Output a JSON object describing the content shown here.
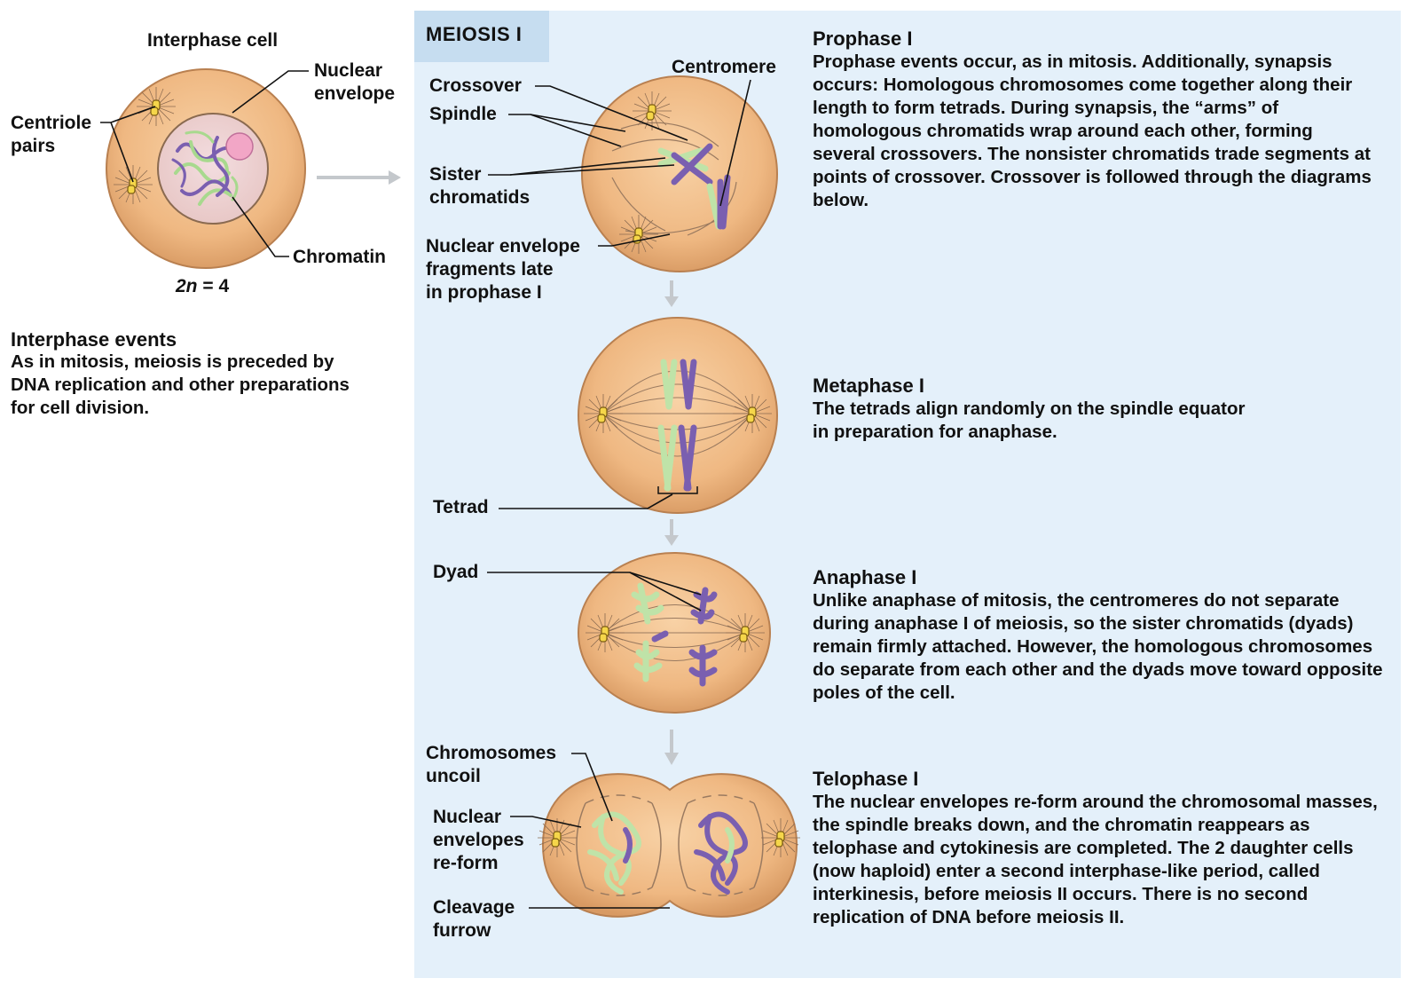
{
  "interphase": {
    "title": "Interphase cell",
    "label_nuclear_envelope_1": "Nuclear",
    "label_nuclear_envelope_2": "envelope",
    "label_centriole_1": "Centriole",
    "label_centriole_2": "pairs",
    "label_chromatin": "Chromatin",
    "ploidy_n": "2n",
    "ploidy_value": " = 4",
    "events_heading": "Interphase events",
    "events_text": "As in mitosis, meiosis is preceded by DNA replication and other preparations for cell division."
  },
  "meiosis_title": "MEIOSIS I",
  "prophase": {
    "label_crossover": "Crossover",
    "label_spindle": "Spindle",
    "label_sister_1": "Sister",
    "label_sister_2": "chromatids",
    "label_centromere": "Centromere",
    "label_nef_1": "Nuclear envelope",
    "label_nef_2": "fragments late",
    "label_nef_3": "in prophase I",
    "heading": "Prophase I",
    "text": "Prophase events occur, as in mitosis. Additionally, synapsis occurs: Homologous chromosomes come together along their length to form tetrads. During synapsis, the “arms” of homologous chromatids wrap around each other, forming several crossovers. The nonsister chromatids trade segments at points of crossover. Crossover is followed through the diagrams below."
  },
  "metaphase": {
    "label_tetrad": "Tetrad",
    "heading": "Metaphase I",
    "text": "The tetrads align randomly on the spindle equator in preparation for anaphase."
  },
  "anaphase": {
    "label_dyad": "Dyad",
    "heading": "Anaphase I",
    "text": "Unlike anaphase of mitosis, the centromeres do not separate during anaphase I of meiosis, so the sister chromatids (dyads) remain firmly attached. However, the homologous chromosomes do separate from each other and the dyads move toward opposite poles of the cell."
  },
  "telophase": {
    "label_uncoil_1": "Chromosomes",
    "label_uncoil_2": "uncoil",
    "label_reform_1": "Nuclear",
    "label_reform_2": "envelopes",
    "label_reform_3": "re-form",
    "label_furrow_1": "Cleavage",
    "label_furrow_2": "furrow",
    "heading": "Telophase I",
    "text": "The nuclear envelopes re-form around the chromosomal masses, the spindle breaks down, and the chromatin reappears as telophase and cytokinesis are completed. The 2 daughter cells (now haploid) enter a second interphase-like period, called interkinesis, before meiosis II occurs. There is no second replication of DNA before meiosis II."
  },
  "colors": {
    "panel_bg": "#e4f0fa",
    "cell_fill": "#efb882",
    "chromosome_green": "#bfe3a8",
    "chromosome_purple": "#7a5fb0",
    "nucleolus": "#f2a6c6",
    "centriole": "#f5d64a"
  }
}
